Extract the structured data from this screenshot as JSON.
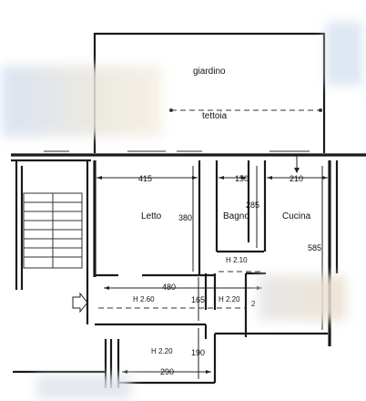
{
  "rooms": {
    "giardino": "giardino",
    "tettoia": "tettoia",
    "letto": "Letto",
    "bagno": "Bagno",
    "cucina": "Cucina"
  },
  "dimensions": {
    "top_letto": "415",
    "top_bagno": "150",
    "top_cucina": "210",
    "letto_height": "380",
    "bagno_height": "285",
    "cucina_height": "585",
    "corridor_width": "480",
    "corridor_depth": "165",
    "lower_depth": "190",
    "lower_width": "290"
  },
  "ceiling_heights": {
    "bagno_h": "H 2.10",
    "corridor_h": "H 2.60",
    "middle_h": "H 2.20",
    "lower_h": "H 2.20",
    "cut_digit": "2"
  },
  "colors": {
    "line": "#1a1a1a",
    "blur_blue": "#c9d6ea",
    "blur_tan": "#e8dcc8"
  }
}
